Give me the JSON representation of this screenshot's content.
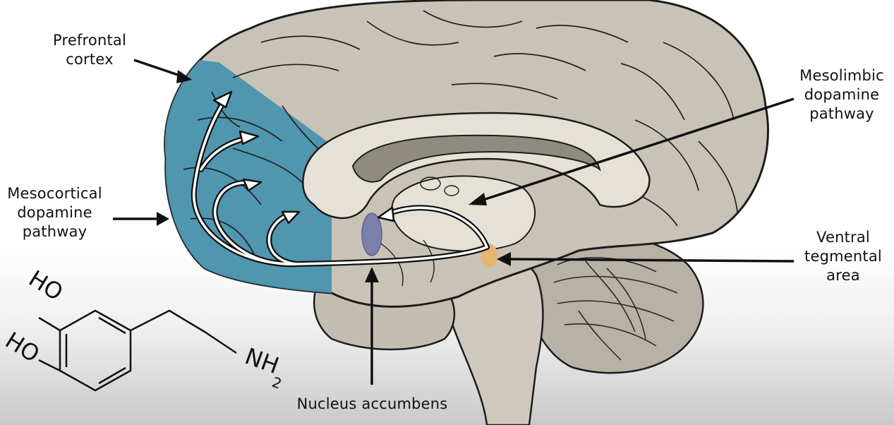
{
  "labels": {
    "prefrontal_cortex": "Prefrontal\ncortex",
    "mesolimbic_pathway": "Mesolimbic\ndopamine\npathway",
    "mesocortical_pathway": "Mesocortical\ndopamine\npathway",
    "ventral_tegmental_area": "Ventral\ntegmental\narea",
    "nucleus_accumbens": "Nucleus accumbens"
  },
  "molecule": {
    "groups": [
      "HO",
      "HO",
      "NH",
      "2"
    ]
  },
  "colors": {
    "brain_fill": "#c9c3b7",
    "inner_fill": "#e6e1d6",
    "ventricle_fill": "#908b80",
    "cortex_highlight": "#4a93ad",
    "cerebellum_fill": "#b8b1a5",
    "nucleus_accumbens": "#7c80a8",
    "vta": "#e3b571",
    "outline": "#1c1c1c"
  }
}
